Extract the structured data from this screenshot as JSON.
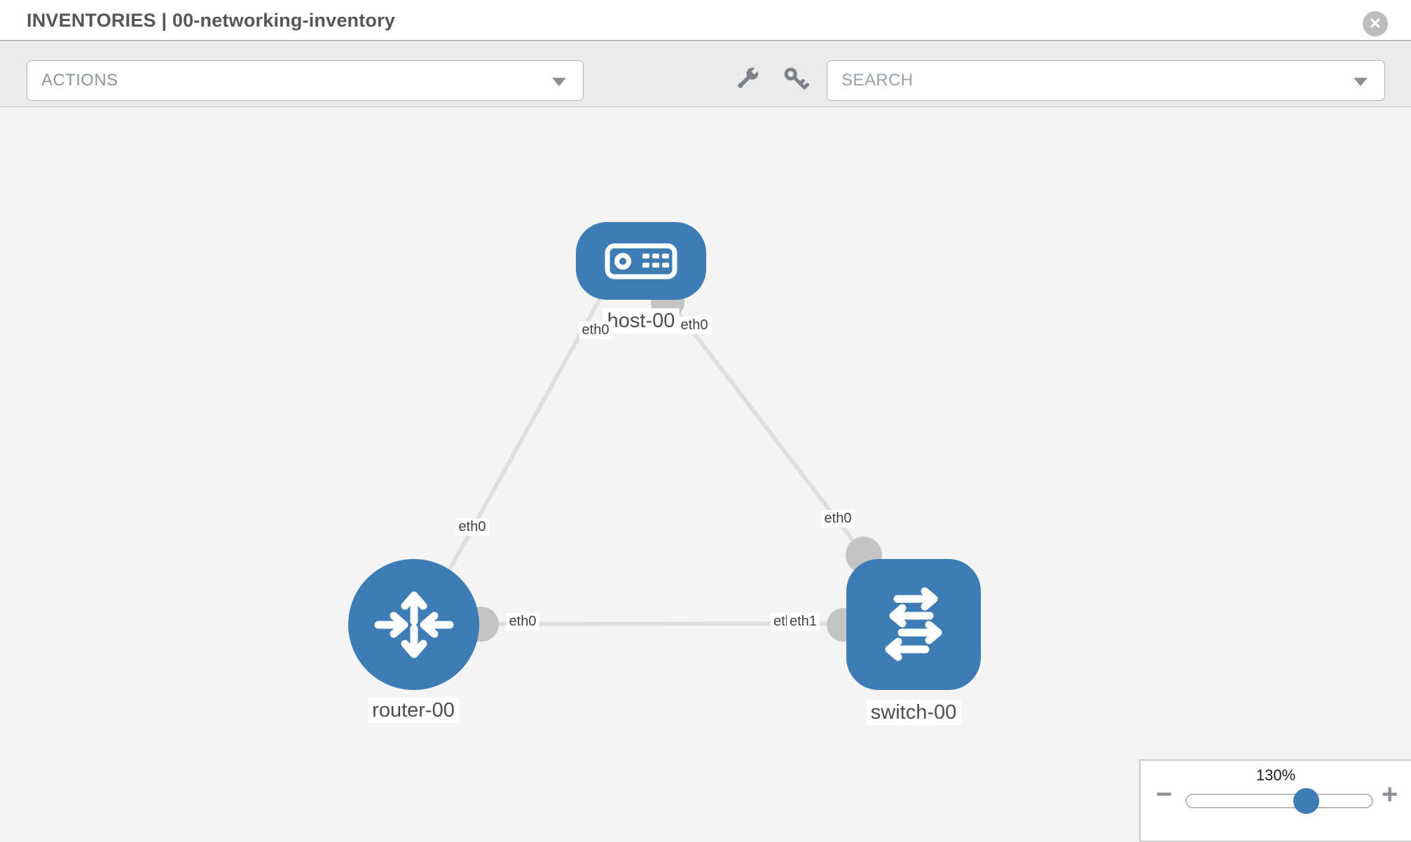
{
  "header": {
    "title": "INVENTORIES | 00-networking-inventory",
    "close_icon": "✕"
  },
  "toolbar": {
    "actions_label": "ACTIONS",
    "search_label": "SEARCH"
  },
  "canvas": {
    "nodes": [
      {
        "label": "host-00",
        "type": "host"
      },
      {
        "label": "router-00",
        "type": "router"
      },
      {
        "label": "switch-00",
        "type": "switch"
      }
    ],
    "links": [
      {
        "from": "host-00",
        "to": "router-00"
      },
      {
        "from": "host-00",
        "to": "switch-00"
      },
      {
        "from": "router-00",
        "to": "switch-00"
      }
    ],
    "interface_labels": {
      "host_router_host_end": "eth0",
      "host_router_router_end": "eth0",
      "host_switch_host_end": "eth0",
      "host_switch_switch_end": "eth0",
      "router_switch_router_end": "eth0",
      "router_switch_switch_end_behind": "eth0",
      "router_switch_switch_end_front": "eth1"
    }
  },
  "zoom_control": {
    "level": "130%",
    "minus_icon": "−",
    "plus_icon": "+"
  },
  "colors": {
    "node_blue": "#3d7cb5",
    "link_gray": "#e0e0e0",
    "port_gray": "#c4c4c4",
    "toolbar_gray": "#ebebeb",
    "canvas_gray": "#f4f4f4"
  }
}
